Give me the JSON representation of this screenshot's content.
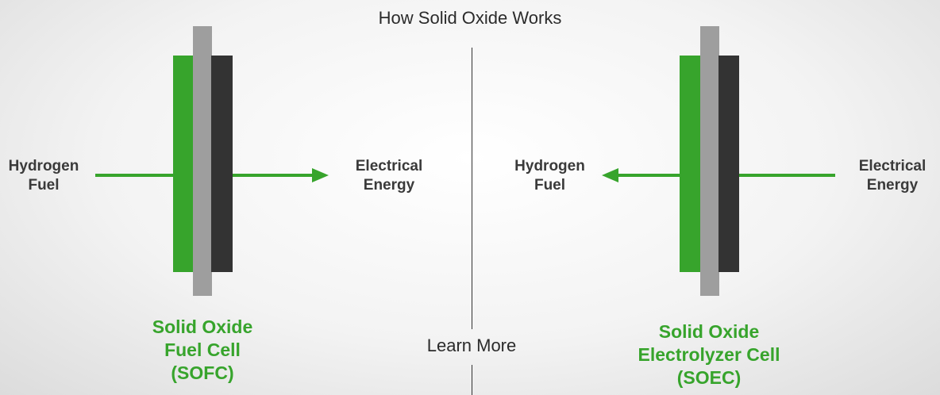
{
  "title": "How Solid Oxide Works",
  "learn_more": "Learn More",
  "colors": {
    "green": "#37a42c",
    "grey": "#9e9e9e",
    "dark": "#333333"
  },
  "sofc": {
    "input_label": [
      "Hydrogen",
      "Fuel"
    ],
    "output_label": [
      "Electrical",
      "Energy"
    ],
    "name": [
      "Solid Oxide",
      "Fuel Cell",
      "(SOFC)"
    ]
  },
  "soec": {
    "output_label": [
      "Hydrogen",
      "Fuel"
    ],
    "input_label": [
      "Electrical",
      "Energy"
    ],
    "name": [
      "Solid Oxide",
      "Electrolyzer Cell",
      "(SOEC)"
    ]
  }
}
